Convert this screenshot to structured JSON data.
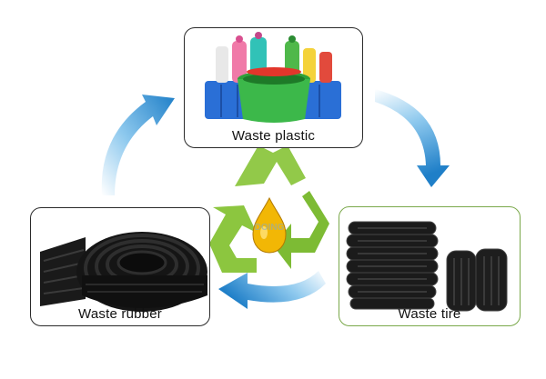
{
  "cards": {
    "plastic": {
      "label": "Waste plastic"
    },
    "tire": {
      "label": "Waste tire"
    },
    "rubber": {
      "label": "Waste rubber"
    }
  },
  "center": {
    "icon": "recycle-icon",
    "drop_icon": "oil-drop-icon",
    "watermark": "DOING"
  },
  "colors": {
    "arrow_blue": "#2a8fd4",
    "recycle_green": "#8cc63f",
    "oil_yellow": "#f2b705",
    "tire_border": "#7aa84a"
  }
}
